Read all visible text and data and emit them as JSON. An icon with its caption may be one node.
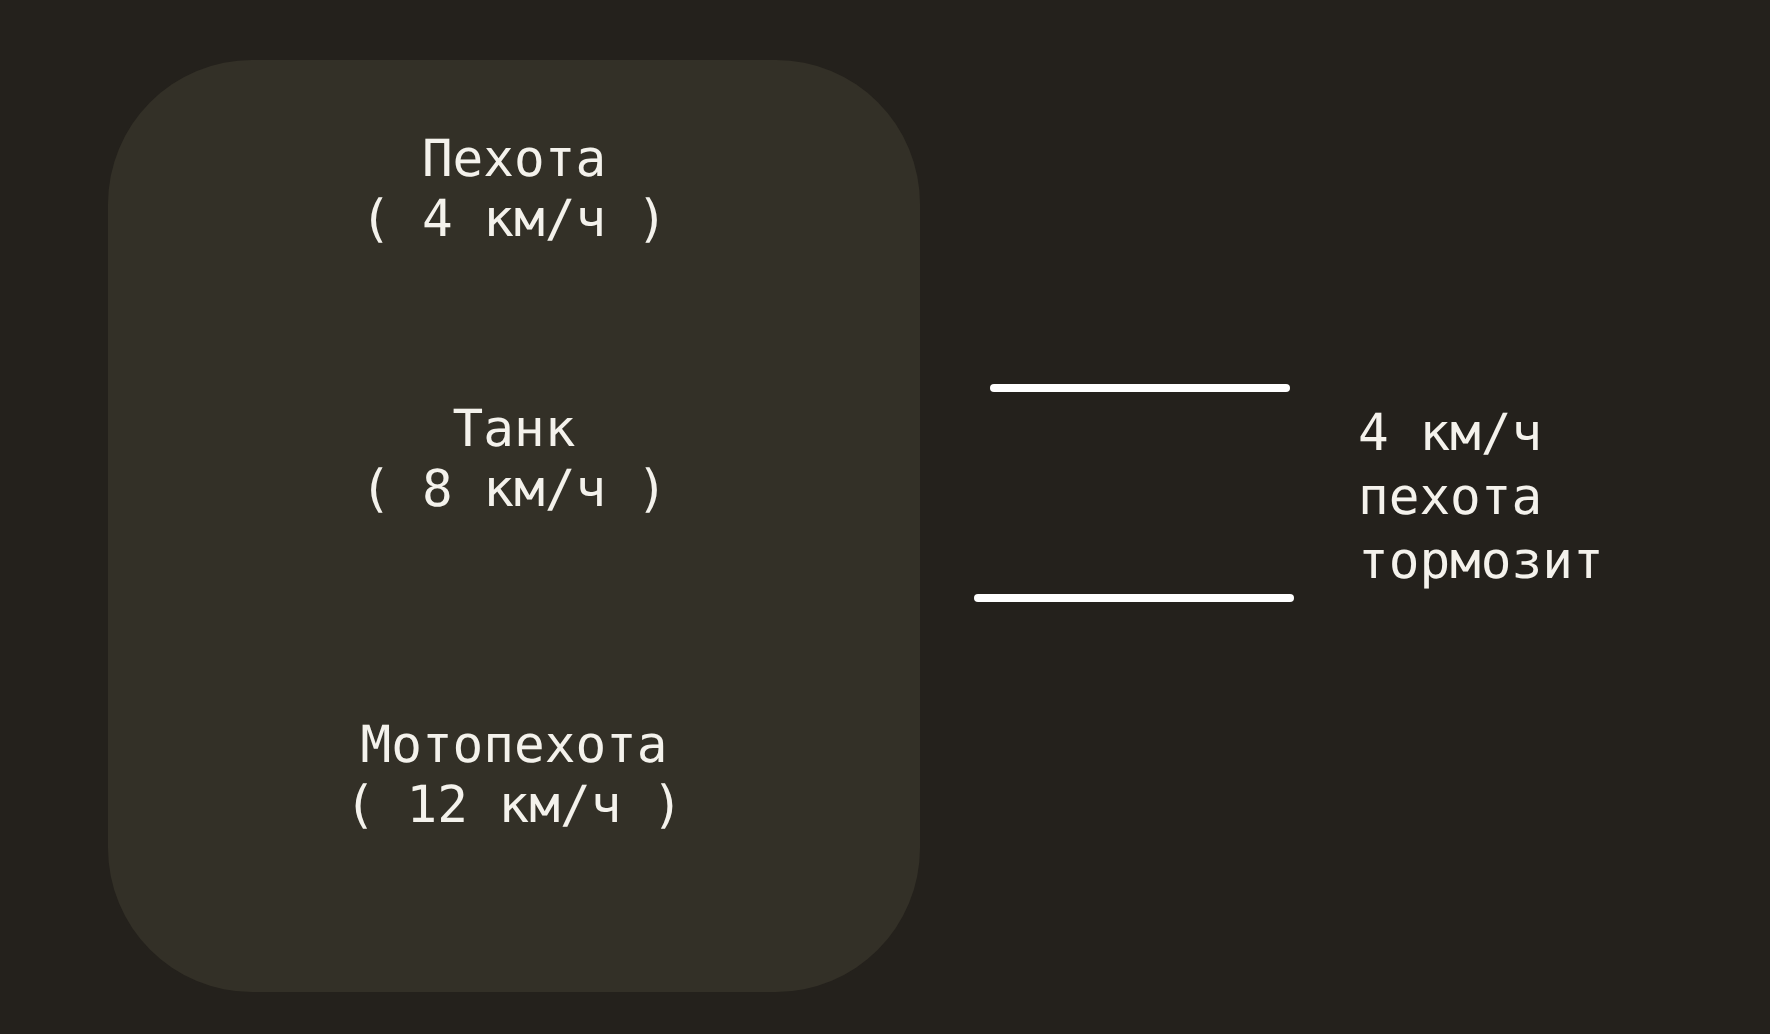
{
  "diagram": {
    "nodes": [
      {
        "text": [],
        "shape": "box"
      },
      {
        "text": [
          "Пехота",
          "( 4 км/ч )"
        ],
        "in": 0
      },
      {
        "text": [
          "Танк",
          "( 8 км/ч )"
        ],
        "in": 0
      },
      {
        "text": [
          "Мотопехота",
          "( 12 км/ч )"
        ],
        "in": 0
      }
    ],
    "labels": [
      "4 км/ч пехота тормозит"
    ]
  }
}
